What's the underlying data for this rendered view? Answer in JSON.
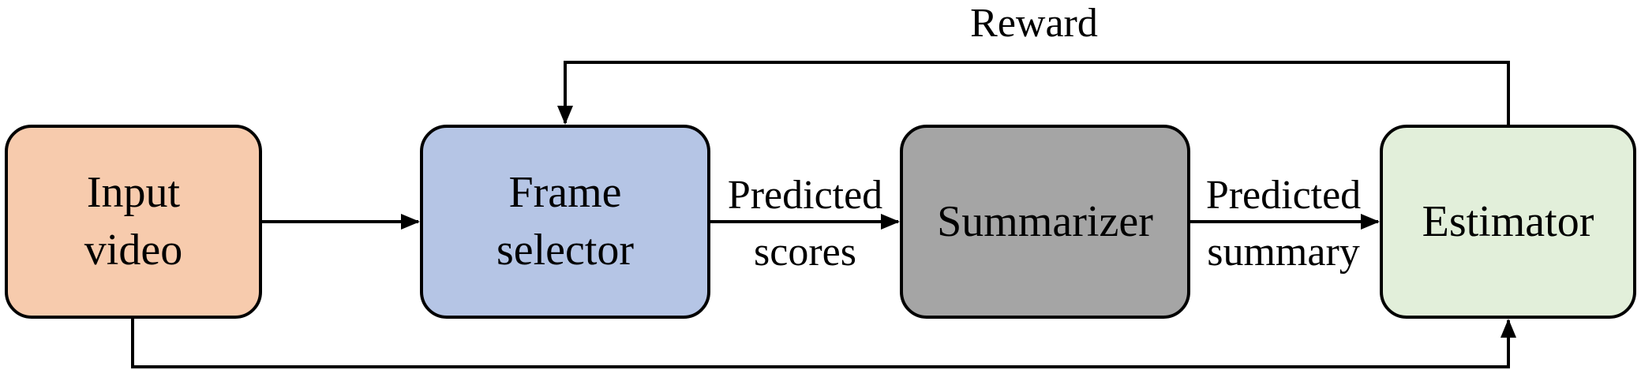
{
  "nodes": {
    "input_video": {
      "label": "Input\nvideo",
      "color": "#f7cbad"
    },
    "frame_selector": {
      "label": "Frame\nselector",
      "color": "#b5c5e5"
    },
    "summarizer": {
      "label": "Summarizer",
      "color": "#a5a5a5"
    },
    "estimator": {
      "label": "Estimator",
      "color": "#e2efda"
    }
  },
  "edges": {
    "reward": {
      "label": "Reward"
    },
    "predicted_scores": {
      "line1": "Predicted",
      "line2": "scores"
    },
    "predicted_summary": {
      "line1": "Predicted",
      "line2": "summary"
    }
  }
}
